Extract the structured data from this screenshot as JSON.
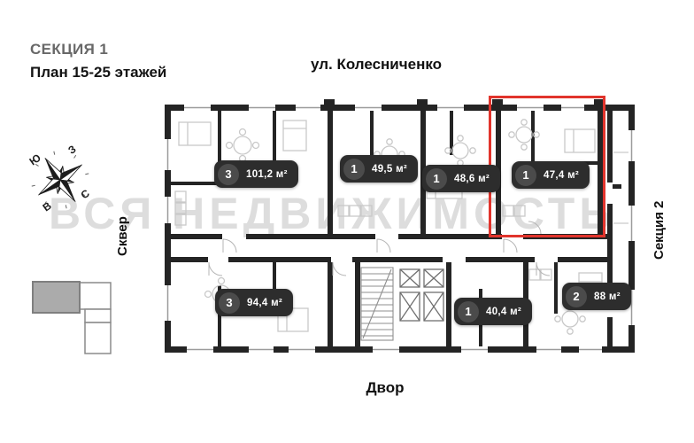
{
  "header": {
    "section_title": "СЕКЦИЯ 1",
    "plan_title": "План 15-25 этажей"
  },
  "surroundings": {
    "top_street": "ул. Колесниченко",
    "bottom": "Двор",
    "left": "Сквер",
    "right": "Секция 2"
  },
  "compass": {
    "north": "С",
    "south": "Ю",
    "west": "З",
    "east": "В"
  },
  "watermark": "ВСЯ НЕДВИЖИМОСТЬ",
  "apartments": [
    {
      "rooms": "3",
      "area": "101,2 м²",
      "highlighted": false
    },
    {
      "rooms": "1",
      "area": "49,5 м²",
      "highlighted": false
    },
    {
      "rooms": "1",
      "area": "48,6 м²",
      "highlighted": false
    },
    {
      "rooms": "1",
      "area": "47,4 м²",
      "highlighted": true
    },
    {
      "rooms": "3",
      "area": "94,4 м²",
      "highlighted": false
    },
    {
      "rooms": "1",
      "area": "40,4 м²",
      "highlighted": false
    },
    {
      "rooms": "2",
      "area": "88 м²",
      "highlighted": false
    }
  ],
  "colors": {
    "badge_bg": "#2d2d2d",
    "badge_circle": "#4b4b4b",
    "highlight_red": "#e1342c",
    "wall": "#242424",
    "furniture_line": "#c9c9c9",
    "watermark_gray": "#bdbdbd",
    "minimap_fill": "#ababab",
    "section_title_gray": "#686868"
  }
}
